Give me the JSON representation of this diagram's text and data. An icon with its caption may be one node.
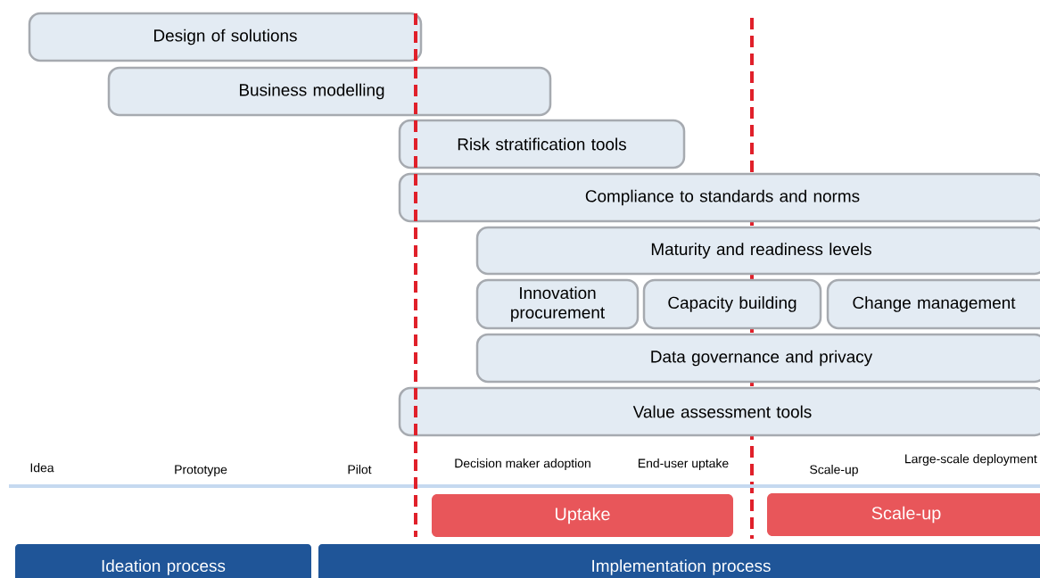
{
  "diagram": {
    "nodes": [
      {
        "text": [
          "Design of solutions"
        ]
      },
      {
        "text": [
          "Business modelling"
        ]
      },
      {
        "text": [
          "Risk stratification tools"
        ]
      },
      {
        "text": [
          "Compliance to standards and norms"
        ]
      },
      {
        "text": [
          "Maturity and readiness levels"
        ]
      },
      {
        "text": [
          "Innovation procurement"
        ]
      },
      {
        "text": [
          "Capacity building"
        ]
      },
      {
        "text": [
          "Change management"
        ]
      },
      {
        "text": [
          "Data governance and privacy"
        ]
      },
      {
        "text": [
          "Value assessment tools"
        ]
      },
      {
        "text": [
          "Uptake"
        ]
      },
      {
        "text": [
          "Scale-up"
        ]
      },
      {
        "text": [
          "Ideation process"
        ]
      },
      {
        "text": [
          "Implementation process"
        ]
      }
    ],
    "labels": [
      "Idea",
      "Prototype",
      "Pilot",
      "Decision maker adoption",
      "End-user uptake",
      "Scale-up",
      "Large-scale deployment"
    ]
  }
}
